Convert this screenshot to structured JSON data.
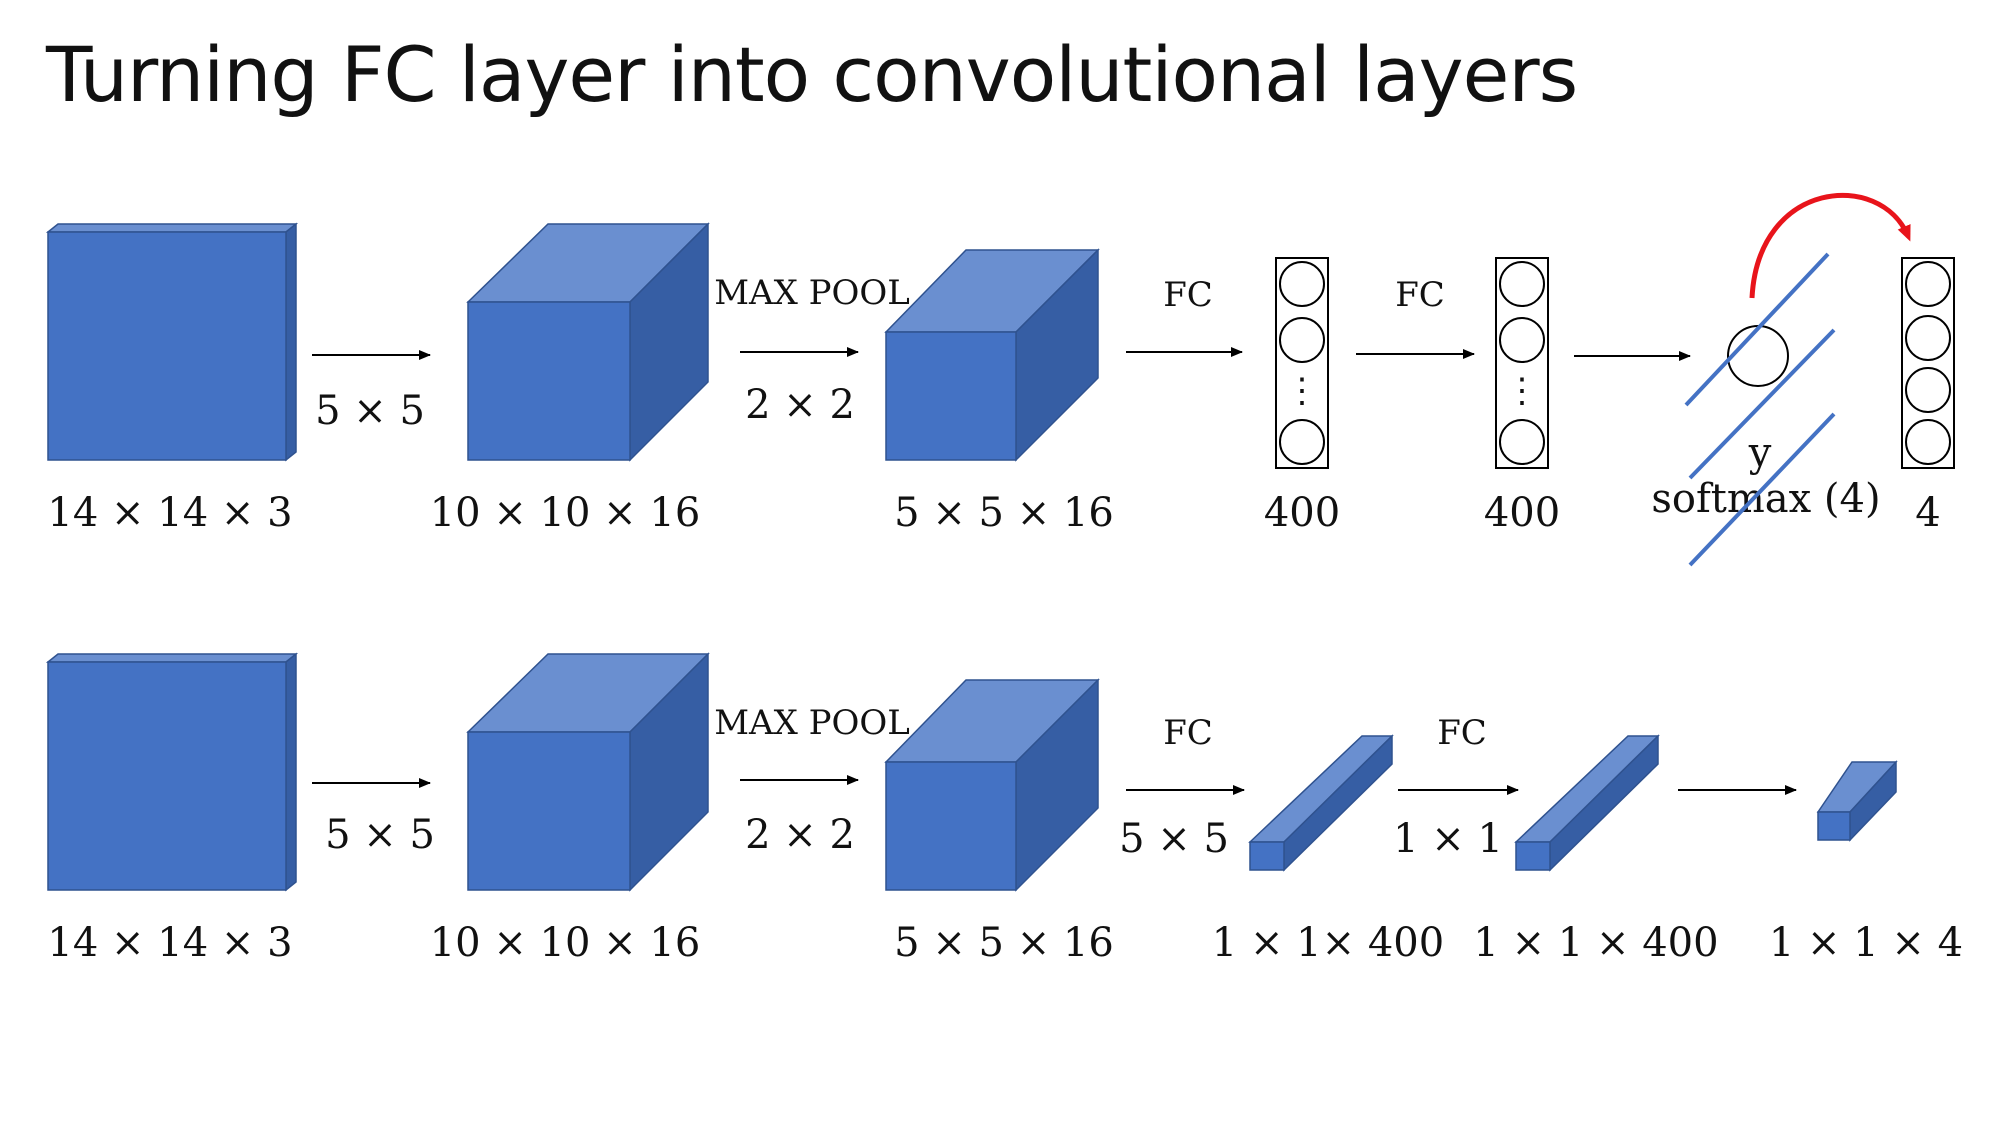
{
  "title": "Turning FC layer into convolutional layers",
  "colors": {
    "front": "#4472c4",
    "top": "#6a8fd0",
    "side": "#365ea4",
    "edge": "#2f528f",
    "arrow_red": "#e8141b",
    "line_blue": "#4472c4"
  },
  "row1": {
    "input_dims": "14 × 14 × 3",
    "conv_filter": "5 × 5",
    "conv1_dims": "10 × 10 × 16",
    "pool_label": "MAX POOL",
    "pool_size": "2 × 2",
    "pool_dims": "5 × 5 × 16",
    "fc1_label": "FC",
    "fc1_units": "400",
    "fc2_label": "FC",
    "fc2_units": "400",
    "y_label": "y",
    "softmax_label": "softmax (4)",
    "output_units": "4",
    "dots": "⋮"
  },
  "row2": {
    "input_dims": "14 × 14 × 3",
    "conv_filter": "5 × 5",
    "conv1_dims": "10 × 10 × 16",
    "pool_label": "MAX POOL",
    "pool_size": "2 × 2",
    "pool_dims": "5 × 5 × 16",
    "fc1_label": "FC",
    "fc1_filter": "5 × 5",
    "fc1_dims": "1 × 1× 400",
    "fc2_label": "FC",
    "fc2_filter": "1 × 1",
    "fc2_dims": "1 × 1 × 400",
    "output_dims": "1 × 1 × 4"
  }
}
